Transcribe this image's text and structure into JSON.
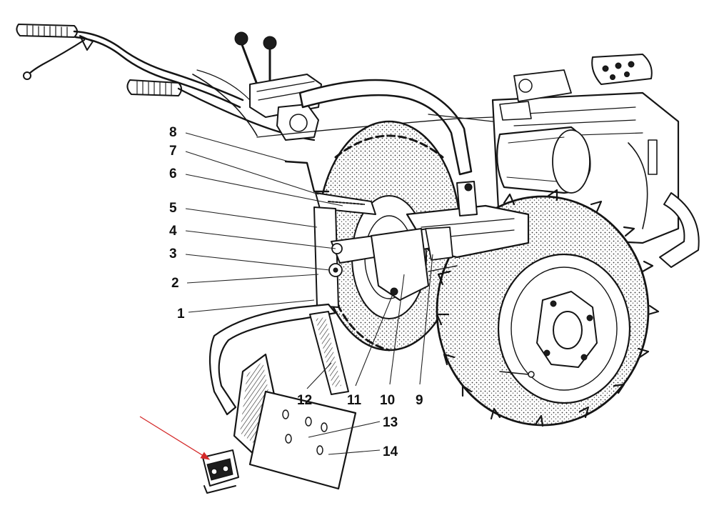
{
  "diagram": {
    "labels": [
      {
        "id": "1",
        "text": "1"
      },
      {
        "id": "2",
        "text": "2"
      },
      {
        "id": "3",
        "text": "3"
      },
      {
        "id": "4",
        "text": "4"
      },
      {
        "id": "5",
        "text": "5"
      },
      {
        "id": "6",
        "text": "6"
      },
      {
        "id": "7",
        "text": "7"
      },
      {
        "id": "8",
        "text": "8"
      },
      {
        "id": "9",
        "text": "9"
      },
      {
        "id": "10",
        "text": "10"
      },
      {
        "id": "11",
        "text": "11"
      },
      {
        "id": "12",
        "text": "12"
      },
      {
        "id": "13",
        "text": "13"
      },
      {
        "id": "14",
        "text": "14"
      }
    ],
    "pointer_arrow_color": "#d42a2a",
    "ink_color": "#151515"
  }
}
